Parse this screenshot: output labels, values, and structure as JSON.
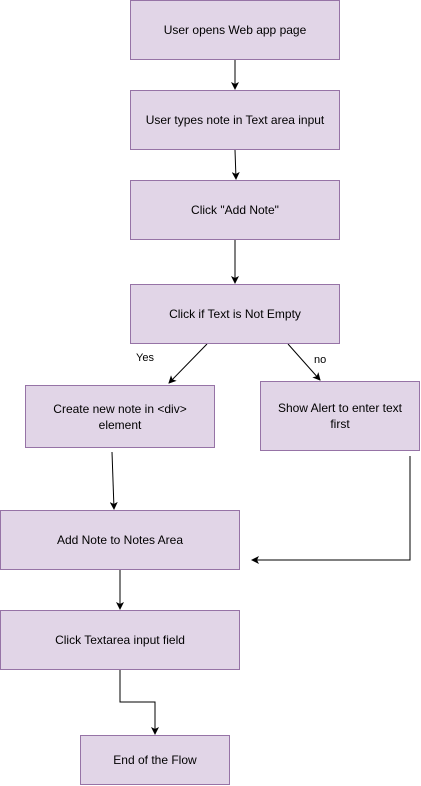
{
  "nodes": {
    "open_page": "User opens Web app page",
    "type_note": "User types note in Text area input",
    "click_add": "Click \"Add Note\"",
    "check_text": "Click if Text is Not Empty",
    "create_note": "Create new note in <div> element",
    "show_alert": "Show Alert to enter text first",
    "add_to_area": "Add Note to Notes Area",
    "click_textarea": "Click Textarea input field",
    "end": "End of the Flow"
  },
  "edge_labels": {
    "yes": "Yes",
    "no": "no"
  },
  "colors": {
    "node_fill": "#e1d5e7",
    "node_border": "#9673a6",
    "edge": "#000000"
  }
}
